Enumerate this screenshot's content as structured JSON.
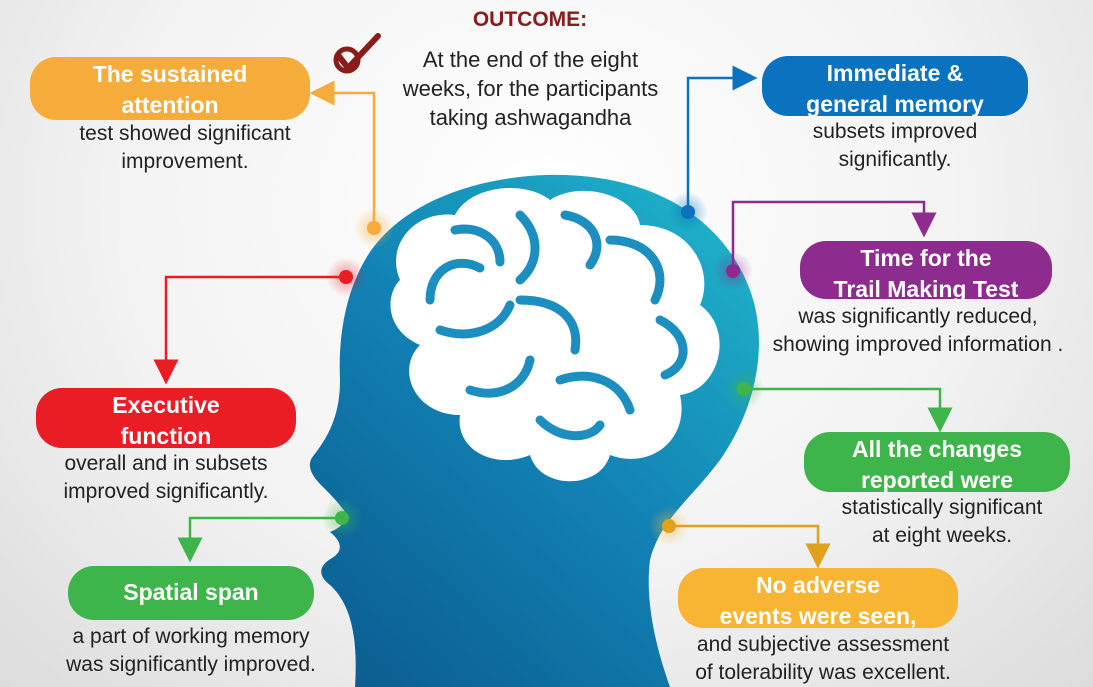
{
  "outcome": {
    "title": "OUTCOME:",
    "line1": "At the end of the eight",
    "line2": "weeks, for the participants",
    "line3": "taking ashwagandha",
    "icon": "checkmark-badge-icon"
  },
  "colors": {
    "orange": "#f6ac3b",
    "blue": "#0a72bf",
    "purple": "#8d2b8e",
    "red": "#ea1c24",
    "green": "#3db54a",
    "gold": "#f7b533",
    "head_dark": "#0b5a8c",
    "head_light": "#1aa8c6",
    "outcome_title": "#8b1a1a"
  },
  "nodes": {
    "sustained_attention": {
      "title1": "The sustained",
      "title2": "attention",
      "desc1": "test showed significant",
      "desc2": "improvement."
    },
    "immediate_memory": {
      "title1": "Immediate &",
      "title2": "general memory",
      "desc1": "subsets improved",
      "desc2": "significantly."
    },
    "trail_making": {
      "title1": "Time for the",
      "title2": "Trail Making Test",
      "desc1": "was significantly reduced,",
      "desc2": "showing improved information ."
    },
    "executive_function": {
      "title1": "Executive",
      "title2": "function",
      "desc1": "overall and in subsets",
      "desc2": "improved significantly."
    },
    "all_changes": {
      "title1": "All the changes",
      "title2": "reported were",
      "desc1": "statistically significant",
      "desc2": "at eight weeks."
    },
    "spatial_span": {
      "title1": "Spatial span",
      "desc1": "a part of working memory",
      "desc2": "was significantly improved."
    },
    "no_adverse": {
      "title1": "No adverse",
      "title2": "events were seen,",
      "desc1": "and subjective assessment",
      "desc2": "of tolerability was excellent."
    }
  }
}
